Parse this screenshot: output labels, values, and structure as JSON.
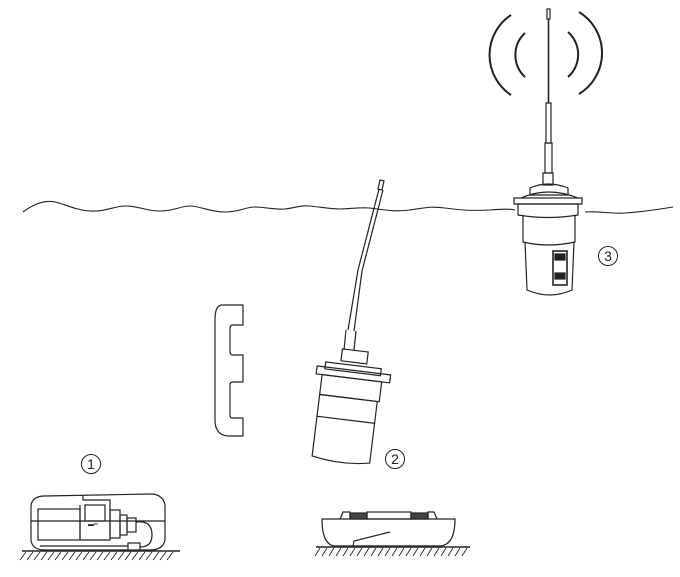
{
  "diagram": {
    "description": "EPIRB beacon deployment sequence",
    "colors": {
      "line": "#222222",
      "background": "#ffffff"
    },
    "stages": [
      {
        "id": 1,
        "label": "1",
        "state": "beacon stowed in bracket on deck"
      },
      {
        "id": 2,
        "label": "2",
        "state": "beacon released, floating up with antenna extended"
      },
      {
        "id": 3,
        "label": "3",
        "state": "beacon floating at surface, transmitting"
      }
    ],
    "elements": {
      "water_surface": "wavy-line",
      "radio_waves": "signal-arcs",
      "bracket_cover": "cover-shell",
      "empty_bracket": "empty-cradle-on-deck"
    }
  }
}
